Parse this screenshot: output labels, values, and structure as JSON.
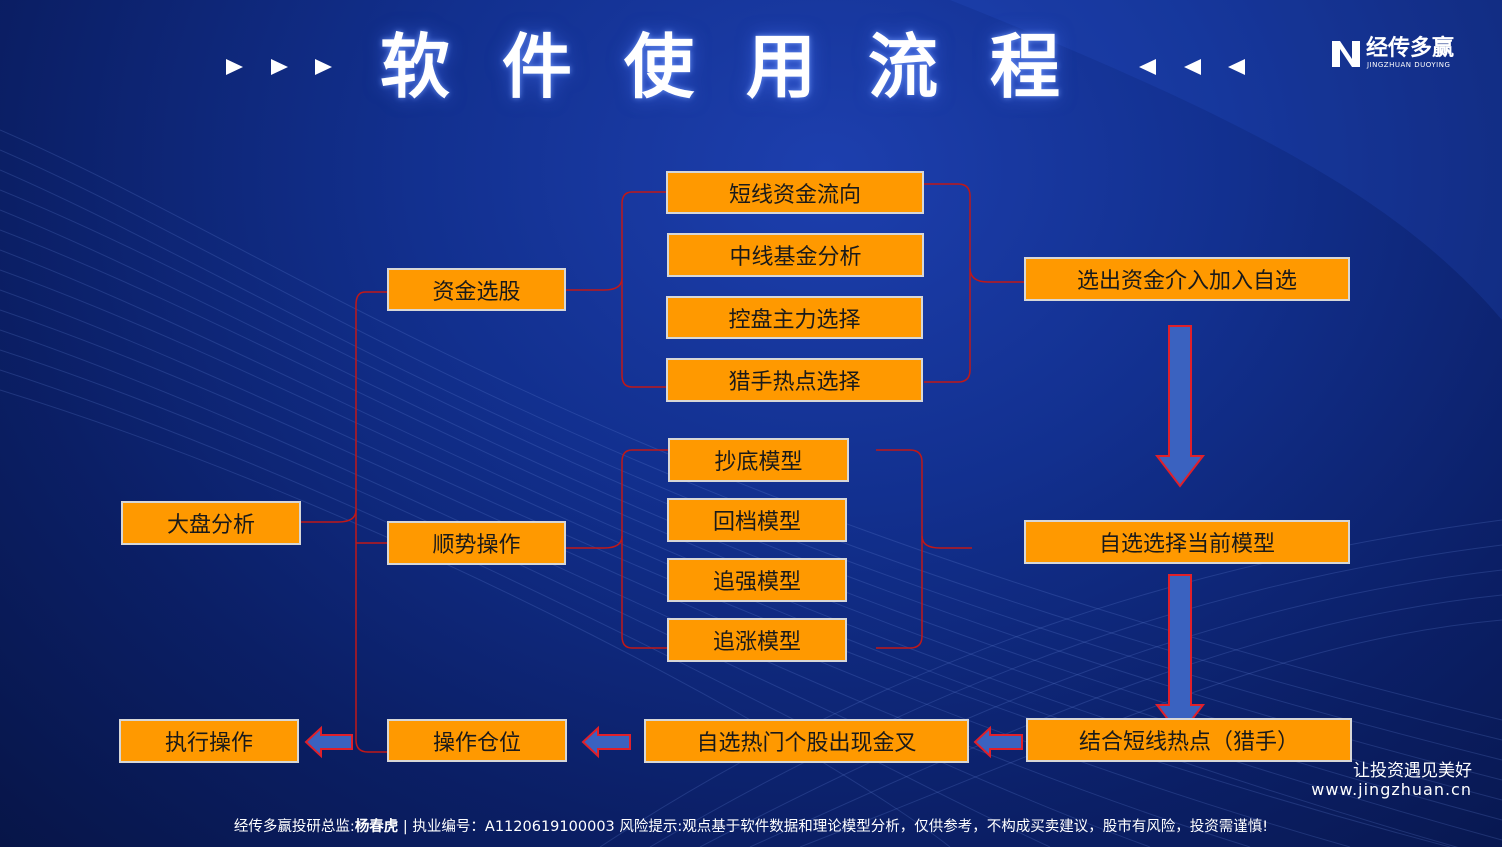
{
  "title": "软件使用流程",
  "brand": {
    "name": "经传多赢",
    "subname": "JINGZHUAN DUOYING"
  },
  "nodes": {
    "market_analysis": "大盘分析",
    "fund_selection": "资金选股",
    "trend_operation": "顺势操作",
    "short_fund_flow": "短线资金流向",
    "mid_fund_analysis": "中线基金分析",
    "control_main_force": "控盘主力选择",
    "hunter_hotspot": "猎手热点选择",
    "bottom_model": "抄底模型",
    "pullback_model": "回档模型",
    "chase_strong_model": "追强模型",
    "chase_rise_model": "追涨模型",
    "select_add_watchlist": "选出资金介入加入自选",
    "watchlist_select_model": "自选选择当前模型",
    "combine_hotspot": "结合短线热点（猎手）",
    "golden_cross": "自选热门个股出现金叉",
    "position_operation": "操作仓位",
    "execute_operation": "执行操作"
  },
  "slogan": "让投资遇见美好",
  "website": "www.jingzhuan.cn",
  "footer": {
    "prefix": "经传多赢投研总监:",
    "name": "杨春虎",
    "rest": "| 执业编号：A1120619100003 风险提示:观点基于软件数据和理论模型分析，仅供参考，不构成买卖建议，股市有风险，投资需谨慎!"
  },
  "colors": {
    "box_fill": "#ff9900",
    "arrow_fill": "#3a62c0",
    "arrow_stroke": "#e0202a",
    "bracket": "#c01818"
  }
}
